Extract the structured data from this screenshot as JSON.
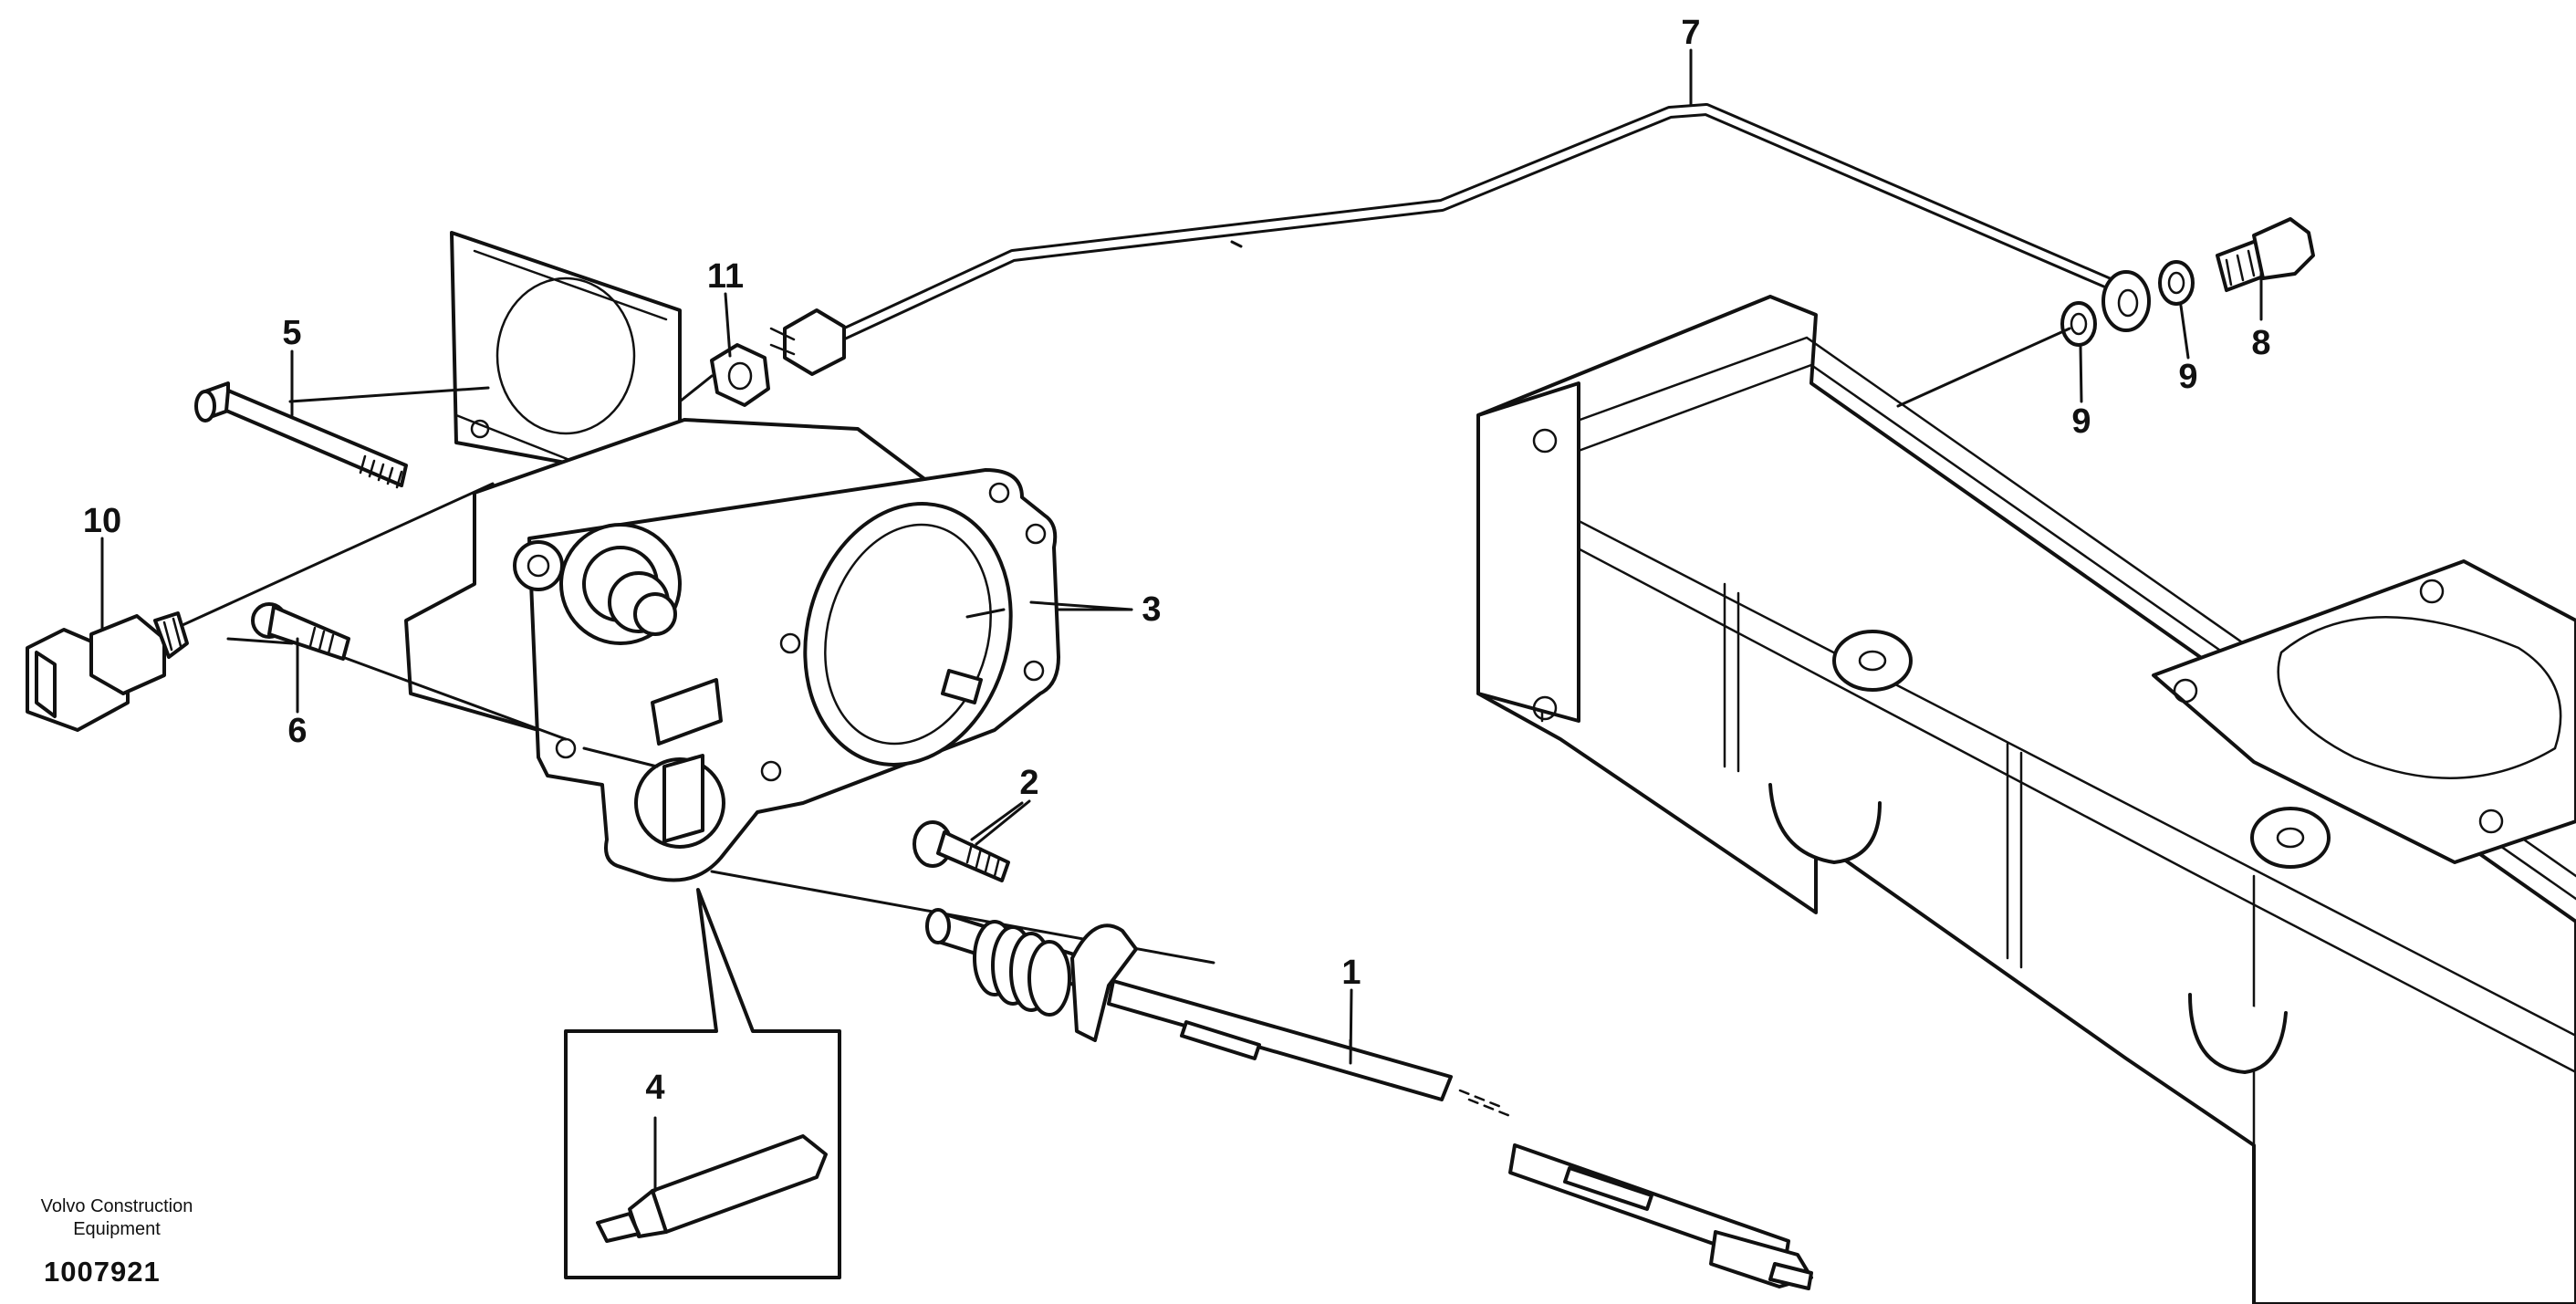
{
  "callouts": {
    "c1": "1",
    "c2": "2",
    "c3": "3",
    "c4": "4",
    "c5": "5",
    "c6": "6",
    "c7": "7",
    "c8": "8",
    "c9a": "9",
    "c9b": "9",
    "c10": "10",
    "c11": "11"
  },
  "footer": {
    "brand_line1": "Volvo Construction",
    "brand_line2": "Equipment",
    "drawing_number": "1007921"
  }
}
